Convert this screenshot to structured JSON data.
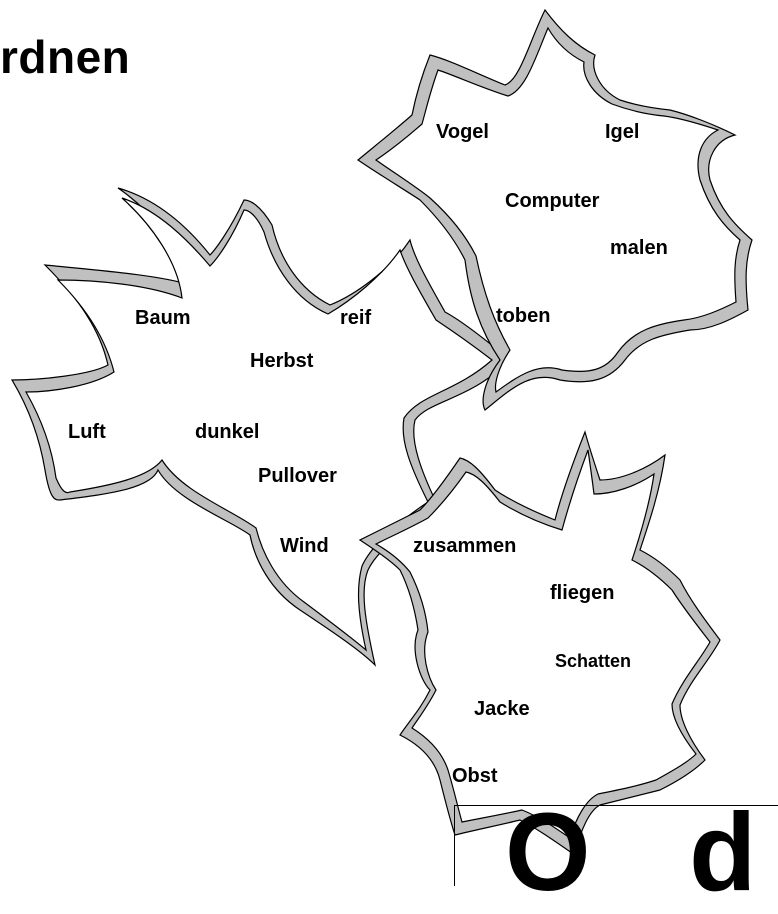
{
  "title": "rdnen",
  "leaf_fill": "#c0c0c0",
  "leaf_stroke": "#000000",
  "leaves": [
    {
      "name": "left-leaf",
      "words": [
        "Baum",
        "reif",
        "Herbst",
        "Luft",
        "dunkel",
        "Pullover",
        "Wind"
      ]
    },
    {
      "name": "top-right-leaf",
      "words": [
        "Vogel",
        "Igel",
        "Computer",
        "malen",
        "toben"
      ]
    },
    {
      "name": "bottom-leaf",
      "words": [
        "zusammen",
        "fliegen",
        "Schatten",
        "Jacke",
        "Obst"
      ]
    }
  ],
  "bottom_box_text": "O d"
}
